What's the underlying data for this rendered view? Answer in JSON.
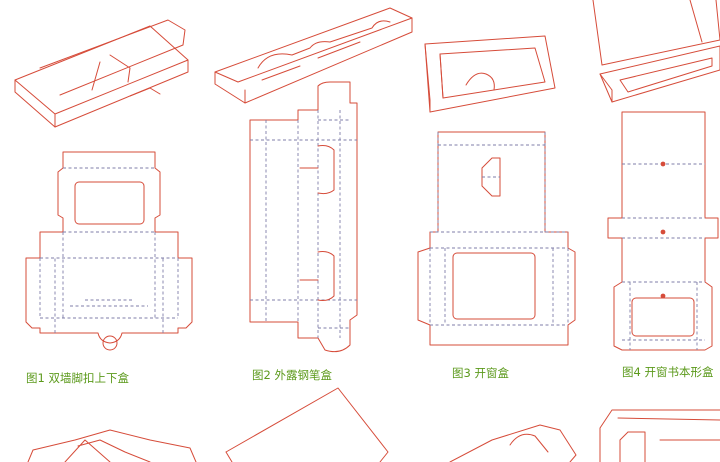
{
  "figures": [
    {
      "caption": "图1 双墙脚扣上下盒"
    },
    {
      "caption": "图2 外露钢笔盒"
    },
    {
      "caption": "图3 开窗盒"
    },
    {
      "caption": "图4 开窗书本形盒"
    }
  ],
  "colors": {
    "cut_line": "#d64c3a",
    "fold_line": "#7f7ea8",
    "caption": "#5c9a1c",
    "background": "#ffffff"
  }
}
